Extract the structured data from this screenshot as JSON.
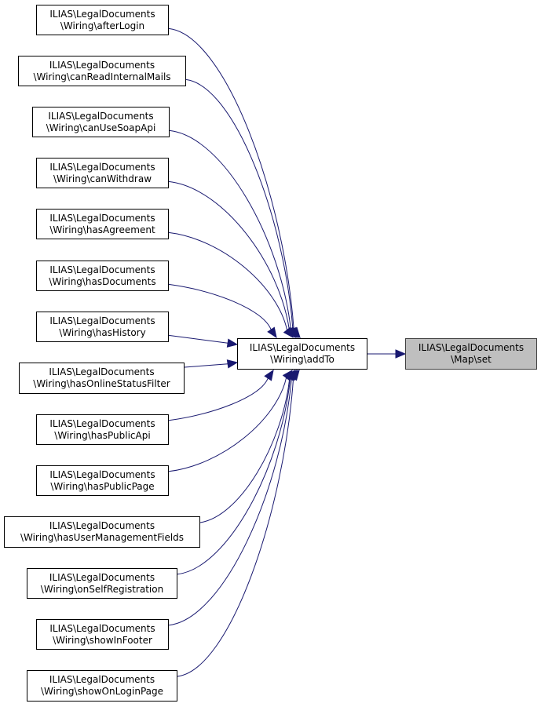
{
  "diagram": {
    "type": "call-graph",
    "direction": "left-to-right",
    "edge_color": "#191970",
    "root": {
      "id": "map-set",
      "line1": "ILIAS\\LegalDocuments",
      "line2": "\\Map\\set",
      "fill": "#bfbfbf"
    },
    "hub": {
      "id": "wiring-addto",
      "line1": "ILIAS\\LegalDocuments",
      "line2": "\\Wiring\\addTo"
    },
    "callers": [
      {
        "id": "afterLogin",
        "line1": "ILIAS\\LegalDocuments",
        "line2": "\\Wiring\\afterLogin"
      },
      {
        "id": "canReadInternalMails",
        "line1": "ILIAS\\LegalDocuments",
        "line2": "\\Wiring\\canReadInternalMails"
      },
      {
        "id": "canUseSoapApi",
        "line1": "ILIAS\\LegalDocuments",
        "line2": "\\Wiring\\canUseSoapApi"
      },
      {
        "id": "canWithdraw",
        "line1": "ILIAS\\LegalDocuments",
        "line2": "\\Wiring\\canWithdraw"
      },
      {
        "id": "hasAgreement",
        "line1": "ILIAS\\LegalDocuments",
        "line2": "\\Wiring\\hasAgreement"
      },
      {
        "id": "hasDocuments",
        "line1": "ILIAS\\LegalDocuments",
        "line2": "\\Wiring\\hasDocuments"
      },
      {
        "id": "hasHistory",
        "line1": "ILIAS\\LegalDocuments",
        "line2": "\\Wiring\\hasHistory"
      },
      {
        "id": "hasOnlineStatusFilter",
        "line1": "ILIAS\\LegalDocuments",
        "line2": "\\Wiring\\hasOnlineStatusFilter"
      },
      {
        "id": "hasPublicApi",
        "line1": "ILIAS\\LegalDocuments",
        "line2": "\\Wiring\\hasPublicApi"
      },
      {
        "id": "hasPublicPage",
        "line1": "ILIAS\\LegalDocuments",
        "line2": "\\Wiring\\hasPublicPage"
      },
      {
        "id": "hasUserManagementFields",
        "line1": "ILIAS\\LegalDocuments",
        "line2": "\\Wiring\\hasUserManagementFields"
      },
      {
        "id": "onSelfRegistration",
        "line1": "ILIAS\\LegalDocuments",
        "line2": "\\Wiring\\onSelfRegistration"
      },
      {
        "id": "showInFooter",
        "line1": "ILIAS\\LegalDocuments",
        "line2": "\\Wiring\\showInFooter"
      },
      {
        "id": "showOnLoginPage",
        "line1": "ILIAS\\LegalDocuments",
        "line2": "\\Wiring\\showOnLoginPage"
      }
    ]
  }
}
